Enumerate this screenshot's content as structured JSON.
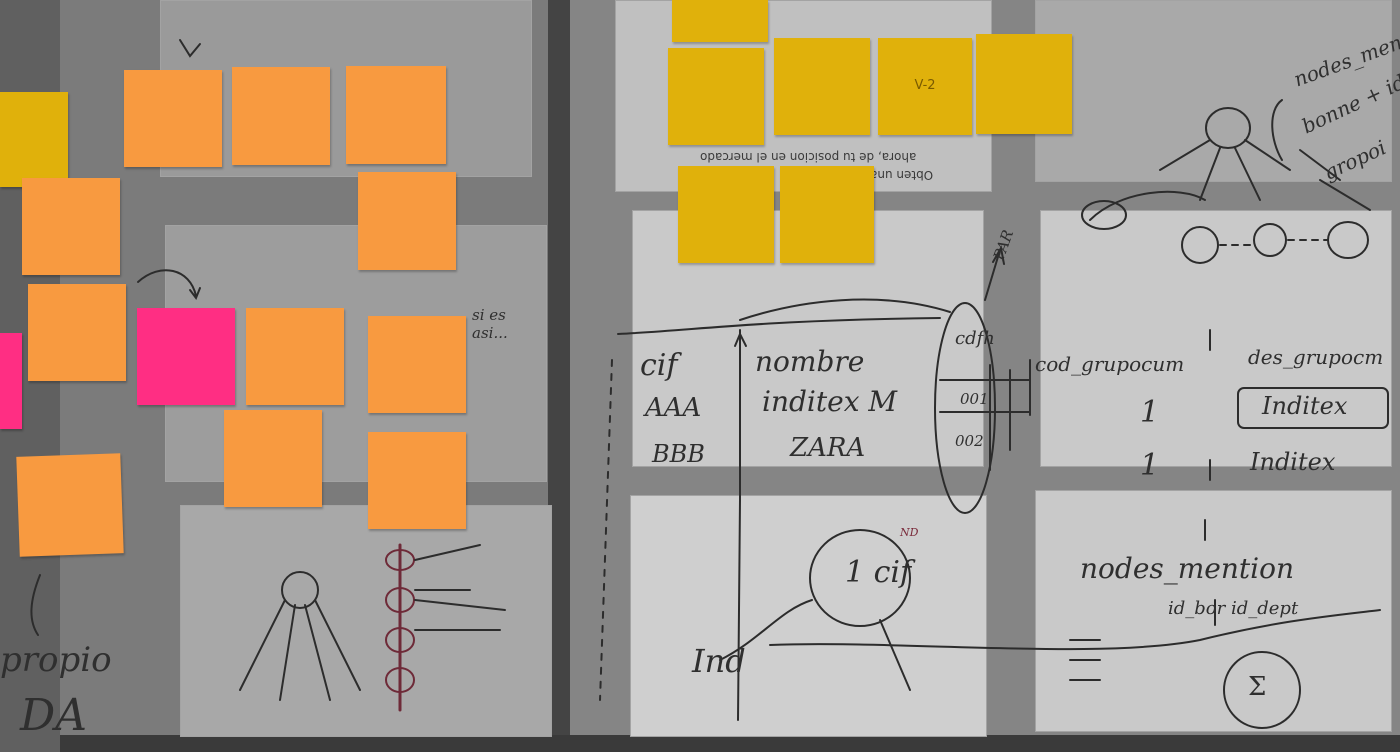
{
  "photo": {
    "printed_text": {
      "line1": "ahora, de tu posicion en el mercado",
      "line2": "Obten una"
    },
    "orange_notes": [
      {
        "id": "o1",
        "text": ""
      },
      {
        "id": "o2",
        "text": ""
      },
      {
        "id": "o3",
        "text": ""
      },
      {
        "id": "o4",
        "text": ""
      },
      {
        "id": "o5",
        "text": ""
      },
      {
        "id": "o6",
        "text": ""
      },
      {
        "id": "o7",
        "text": ""
      },
      {
        "id": "o8",
        "text": ""
      },
      {
        "id": "o9",
        "text": ""
      },
      {
        "id": "o10",
        "text": ""
      },
      {
        "id": "o11",
        "text": ""
      },
      {
        "id": "o12",
        "text": ""
      },
      {
        "id": "o13",
        "text": ""
      }
    ],
    "yellow_notes": [
      {
        "id": "y1",
        "text": ""
      },
      {
        "id": "y2",
        "text": ""
      },
      {
        "id": "y3",
        "text": ""
      },
      {
        "id": "y4",
        "text": ""
      },
      {
        "id": "y5",
        "text": "V-2"
      },
      {
        "id": "y6",
        "text": ""
      },
      {
        "id": "y7",
        "text": ""
      },
      {
        "id": "y8",
        "text": ""
      }
    ],
    "handwriting": {
      "si_es_asi": "si es asi...",
      "table_header_cif": "cif",
      "table_header_nombre": "nombre",
      "row1_cif": "AAA",
      "row1_nombre": "inditex M",
      "row2_cif": "BBB",
      "row2_nombre": "ZARA",
      "col_header": "cdfh",
      "code1": "001",
      "code2": "002",
      "cod_grupo": "cod_grupocum",
      "des_grupo": "des_grupocm",
      "val1": "1",
      "val2": "1",
      "inditex_box": "Inditex",
      "inditex_plain": "Inditex",
      "par": "PAR",
      "one_cif": "1 cif",
      "nd": "ND",
      "ind": "Ind",
      "nodes_mention": "nodes_mention",
      "id_fields": "id_bor  id_dept",
      "sigma": "Σ",
      "nodes_top": "nodes_mention",
      "bonne": "bonne + id",
      "gropoi": "gropoi",
      "propio": "propio",
      "da": "DA"
    }
  }
}
